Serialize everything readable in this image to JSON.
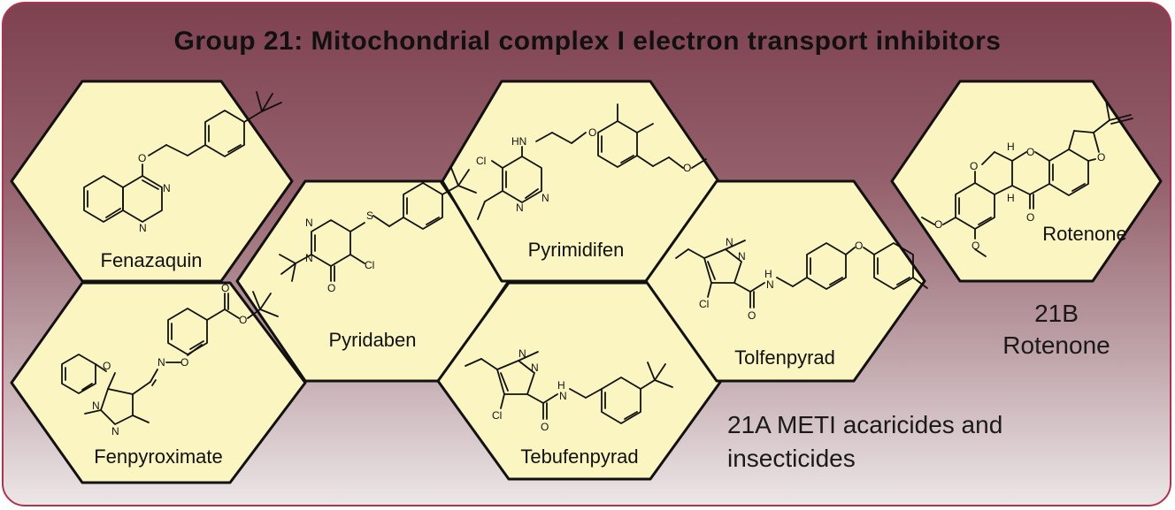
{
  "title": "Group 21: Mitochondrial complex I electron transport inhibitors",
  "colors": {
    "panel_border": "#b0324e",
    "hex_fill": "#fbf6c1",
    "hex_stroke": "#111111"
  },
  "compounds": [
    {
      "name": "Fenazaquin"
    },
    {
      "name": "Fenpyroximate"
    },
    {
      "name": "Pyridaben"
    },
    {
      "name": "Pyrimidifen"
    },
    {
      "name": "Tebufenpyrad"
    },
    {
      "name": "Tolfenpyrad"
    },
    {
      "name": "Rotenone"
    }
  ],
  "groups": {
    "group_21a_line1": "21A METI acaricides and",
    "group_21a_line2": "insecticides",
    "group_21b_line1": "21B",
    "group_21b_line2": "Rotenone"
  },
  "atom_labels": {
    "O": "O",
    "N": "N",
    "HN": "HN",
    "H": "H",
    "Cl": "Cl"
  }
}
